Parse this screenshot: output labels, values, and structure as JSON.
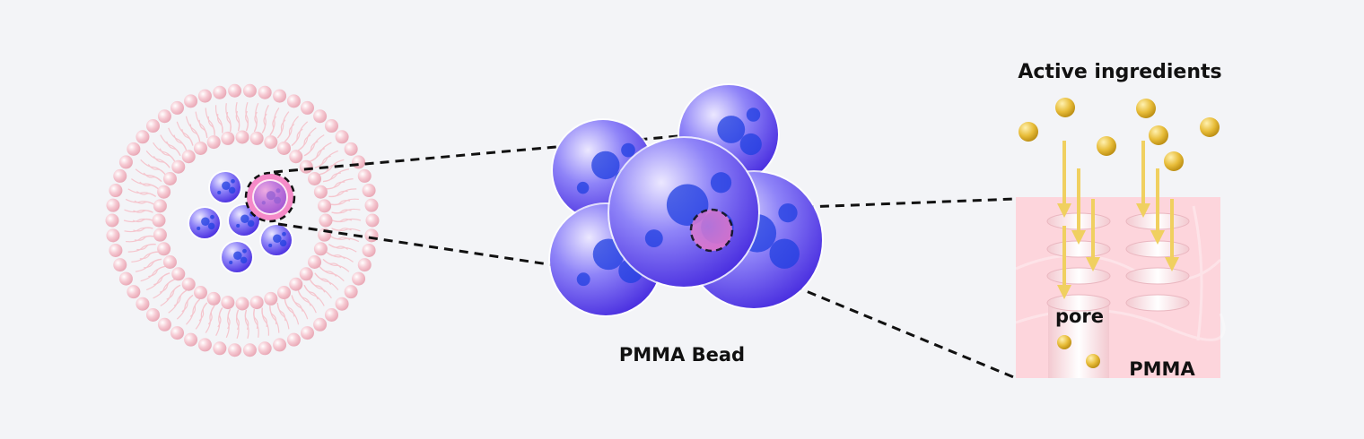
{
  "labels": {
    "active_ingredients": "Active ingredients",
    "pore": "pore",
    "pmma": "PMMA",
    "pmma_bead": "PMMA Bead"
  },
  "colors": {
    "background": "#f3f4f7",
    "lipid_head": "#f4c2cc",
    "bead_blue": "#5a4ef0",
    "highlight_pink": "#f07ac8",
    "gold": "#e6b52a",
    "arrow": "#f0d060",
    "pmma_block": "#fdd5dc"
  }
}
